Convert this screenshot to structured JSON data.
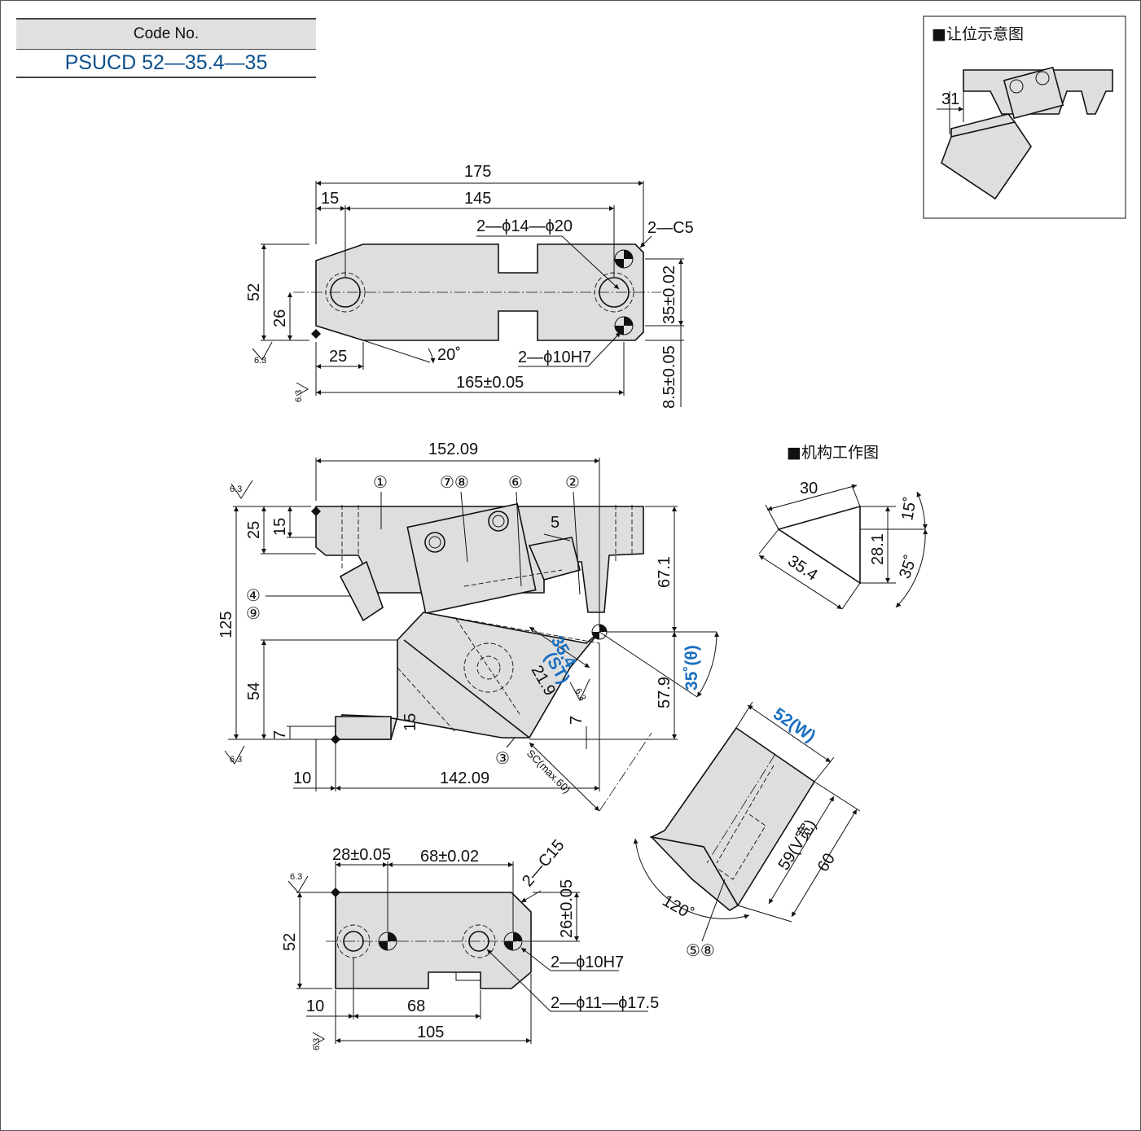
{
  "code_header": "Code No.",
  "code_value": "PSUCD 52—35.4—35",
  "inset_title": "■让位示意图",
  "inset_dim": "31",
  "mechanism_title": "■机构工作图",
  "top_view": {
    "d175": "175",
    "d15": "15",
    "d145": "145",
    "holes1": "2—ϕ14—ϕ20",
    "chamfer": "2—C5",
    "d52": "52",
    "d26": "26",
    "d35": "35±0.02",
    "d25": "25",
    "angle": "20˚",
    "holes2": "2—ϕ10H7",
    "d165": "165±0.05",
    "d85": "8.5±0.05",
    "rough": "6.3"
  },
  "front_view": {
    "d15209": "152.09",
    "d25": "25",
    "d15": "15",
    "d5": "5",
    "d125": "125",
    "d54": "54",
    "d7a": "7",
    "d15b": "15",
    "d7b": "7",
    "d671": "67.1",
    "d579": "57.9",
    "d10": "10",
    "d14209": "142.09",
    "st": "35.4",
    "st_label": "(ST)",
    "d219": "21.9",
    "sc": "SC(max.60)",
    "angle": "35˚(θ)",
    "rough": "6.3",
    "parts": [
      "①",
      "⑦⑧",
      "⑥",
      "②",
      "④",
      "⑨",
      "③"
    ]
  },
  "bottom_view": {
    "d28": "28±0.05",
    "d68a": "68±0.02",
    "chamfer": "2—C15",
    "d26": "26±0.05",
    "d52": "52",
    "holes1": "2—ϕ10H7",
    "holes2": "2—ϕ11—ϕ17.5",
    "d10": "10",
    "d68": "68",
    "d105": "105",
    "rough": "6.3"
  },
  "mech": {
    "d30": "30",
    "d15": "15˚",
    "d281": "28.1",
    "d35": "35˚",
    "d354": "35.4"
  },
  "side_view": {
    "w": "52(W)",
    "v": "59(V宽)",
    "d60": "60",
    "angle": "120˚",
    "parts": "⑤⑧"
  }
}
